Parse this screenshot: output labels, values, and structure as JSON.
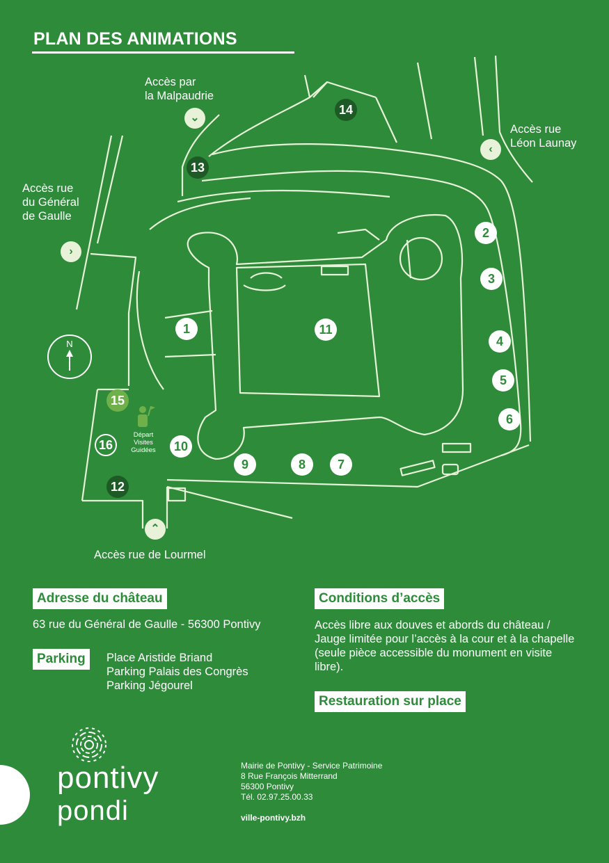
{
  "title": "PLAN DES ANIMATIONS",
  "access": {
    "malpaudrie": "Accès par\nla Malpaudrie",
    "launay": "Accès rue\nLéon Launay",
    "gaulle": "Accès rue\ndu Général\nde Gaulle",
    "lourmel": "Accès rue de Lourmel"
  },
  "compass": "N",
  "depart": "Départ\nVisites\nGuidées",
  "markers": [
    "1",
    "2",
    "3",
    "4",
    "5",
    "6",
    "7",
    "8",
    "9",
    "10",
    "11",
    "12",
    "13",
    "14",
    "15",
    "16"
  ],
  "address": {
    "title": "Adresse du château",
    "text": "63 rue du Général de Gaulle - 56300 Pontivy"
  },
  "parking": {
    "title": "Parking",
    "lines": [
      "Place Aristide Briand",
      "Parking Palais des Congrès",
      "Parking Jégourel"
    ]
  },
  "conditions": {
    "title": "Conditions d’accès",
    "text": "Accès libre aux douves et abords du château / Jauge limitée pour l’accès à la cour et à la chapelle (seule pièce accessible du monument en visite libre)."
  },
  "restauration": {
    "title": "Restauration sur place"
  },
  "logo": {
    "line1": "pontivy",
    "line2": "pondi"
  },
  "contact": {
    "lines": [
      "Mairie de Pontivy - Service Patrimoine",
      "8 Rue François Mitterrand",
      "56300 Pontivy",
      "Tél. 02.97.25.00.33"
    ],
    "web": "ville-pontivy.bzh"
  },
  "colors": {
    "background": "#2e8b3a",
    "marker_dark": "#1d5a26",
    "marker_light": "#6fb04a",
    "text": "#ffffff"
  }
}
